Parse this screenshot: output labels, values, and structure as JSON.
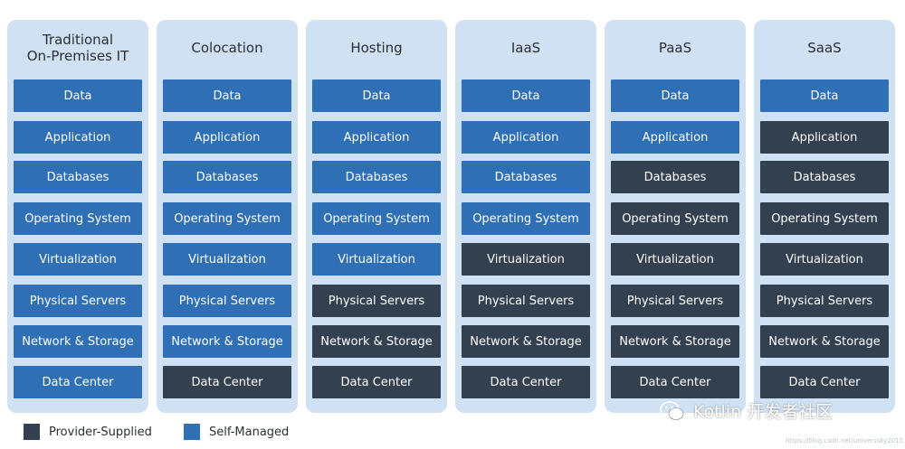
{
  "columns": [
    {
      "title": "Traditional\nOn-Premises IT",
      "cells": [
        {
          "label": "Data",
          "type": "self"
        },
        {
          "label": "Application",
          "type": "self"
        },
        {
          "label": "Databases",
          "type": "self"
        },
        {
          "label": "Operating System",
          "type": "self"
        },
        {
          "label": "Virtualization",
          "type": "self"
        },
        {
          "label": "Physical Servers",
          "type": "self"
        },
        {
          "label": "Network & Storage",
          "type": "self"
        },
        {
          "label": "Data Center",
          "type": "self"
        }
      ]
    },
    {
      "title": "Colocation",
      "cells": [
        {
          "label": "Data",
          "type": "self"
        },
        {
          "label": "Application",
          "type": "self"
        },
        {
          "label": "Databases",
          "type": "self"
        },
        {
          "label": "Operating System",
          "type": "self"
        },
        {
          "label": "Virtualization",
          "type": "self"
        },
        {
          "label": "Physical Servers",
          "type": "self"
        },
        {
          "label": "Network & Storage",
          "type": "self"
        },
        {
          "label": "Data Center",
          "type": "provider"
        }
      ]
    },
    {
      "title": "Hosting",
      "cells": [
        {
          "label": "Data",
          "type": "self"
        },
        {
          "label": "Application",
          "type": "self"
        },
        {
          "label": "Databases",
          "type": "self"
        },
        {
          "label": "Operating System",
          "type": "self"
        },
        {
          "label": "Virtualization",
          "type": "self"
        },
        {
          "label": "Physical Servers",
          "type": "provider"
        },
        {
          "label": "Network & Storage",
          "type": "provider"
        },
        {
          "label": "Data Center",
          "type": "provider"
        }
      ]
    },
    {
      "title": "IaaS",
      "cells": [
        {
          "label": "Data",
          "type": "self"
        },
        {
          "label": "Application",
          "type": "self"
        },
        {
          "label": "Databases",
          "type": "self"
        },
        {
          "label": "Operating System",
          "type": "self"
        },
        {
          "label": "Virtualization",
          "type": "provider"
        },
        {
          "label": "Physical Servers",
          "type": "provider"
        },
        {
          "label": "Network & Storage",
          "type": "provider"
        },
        {
          "label": "Data Center",
          "type": "provider"
        }
      ]
    },
    {
      "title": "PaaS",
      "cells": [
        {
          "label": "Data",
          "type": "self"
        },
        {
          "label": "Application",
          "type": "self"
        },
        {
          "label": "Databases",
          "type": "provider"
        },
        {
          "label": "Operating System",
          "type": "provider"
        },
        {
          "label": "Virtualization",
          "type": "provider"
        },
        {
          "label": "Physical Servers",
          "type": "provider"
        },
        {
          "label": "Network & Storage",
          "type": "provider"
        },
        {
          "label": "Data Center",
          "type": "provider"
        }
      ]
    },
    {
      "title": "SaaS",
      "cells": [
        {
          "label": "Data",
          "type": "self"
        },
        {
          "label": "Application",
          "type": "provider"
        },
        {
          "label": "Databases",
          "type": "provider"
        },
        {
          "label": "Operating System",
          "type": "provider"
        },
        {
          "label": "Virtualization",
          "type": "provider"
        },
        {
          "label": "Physical Servers",
          "type": "provider"
        },
        {
          "label": "Network & Storage",
          "type": "provider"
        },
        {
          "label": "Data Center",
          "type": "provider"
        }
      ]
    }
  ],
  "legend": {
    "provider_label": "Provider-Supplied",
    "self_label": "Self-Managed",
    "provider_color": "#33404f",
    "self_color": "#2f6fb5"
  },
  "watermark": {
    "text": "Kotlin 开发者社区",
    "icon": "wechat-icon",
    "url": "https://blog.csdn.net/universsky2015"
  }
}
